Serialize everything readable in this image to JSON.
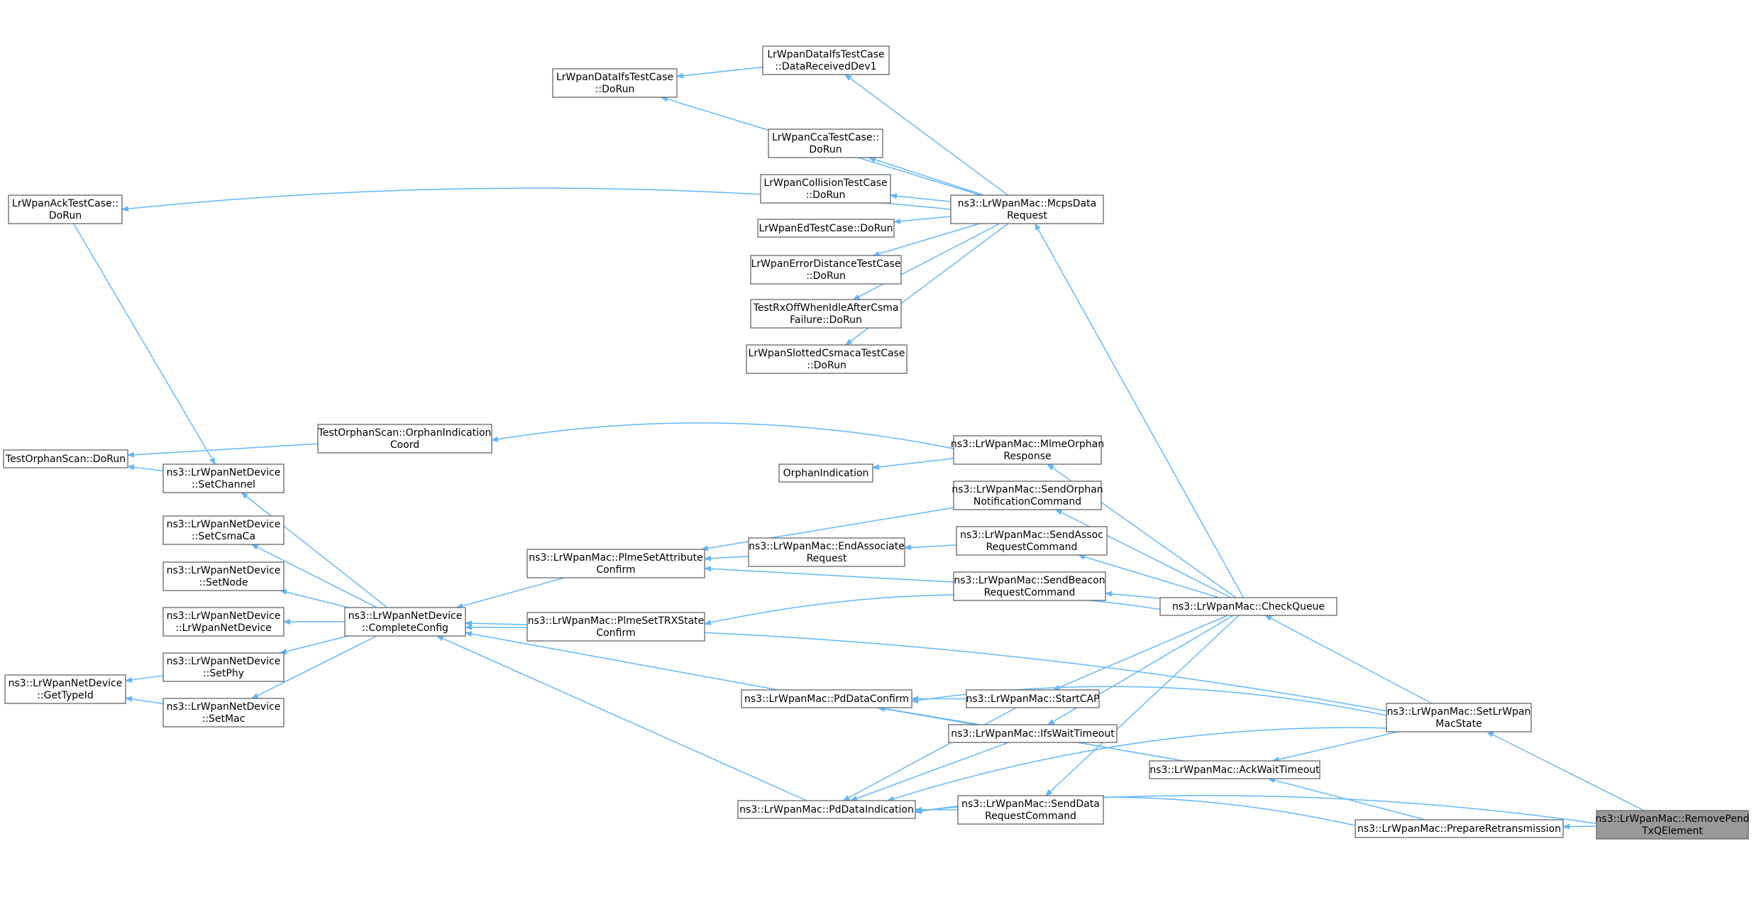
{
  "diagram": {
    "root": "RemovePendTxQElement",
    "nodes": [
      {
        "id": "AckTestDoRun",
        "lines": [
          "LrWpanAckTestCase::",
          "DoRun"
        ]
      },
      {
        "id": "DataIfsDoRun",
        "lines": [
          "LrWpanDataIfsTestCase",
          "::DoRun"
        ]
      },
      {
        "id": "DataIfsRecv",
        "lines": [
          "LrWpanDataIfsTestCase",
          "::DataReceivedDev1"
        ]
      },
      {
        "id": "CcaDoRun",
        "lines": [
          "LrWpanCcaTestCase::",
          "DoRun"
        ]
      },
      {
        "id": "CollisionDoRun",
        "lines": [
          "LrWpanCollisionTestCase",
          "::DoRun"
        ]
      },
      {
        "id": "EdDoRun",
        "lines": [
          "LrWpanEdTestCase::DoRun"
        ]
      },
      {
        "id": "ErrDistDoRun",
        "lines": [
          "LrWpanErrorDistanceTestCase",
          "::DoRun"
        ]
      },
      {
        "id": "RxOffDoRun",
        "lines": [
          "TestRxOffWhenIdleAfterCsma",
          "Failure::DoRun"
        ]
      },
      {
        "id": "SlottedDoRun",
        "lines": [
          "LrWpanSlottedCsmacaTestCase",
          "::DoRun"
        ]
      },
      {
        "id": "McpsDataRequest",
        "lines": [
          "ns3::LrWpanMac::McpsData",
          "Request"
        ]
      },
      {
        "id": "OrphanScanDoRun",
        "lines": [
          "TestOrphanScan::DoRun"
        ]
      },
      {
        "id": "OrphanIndCoord",
        "lines": [
          "TestOrphanScan::OrphanIndication",
          "Coord"
        ]
      },
      {
        "id": "MlmeOrphanResp",
        "lines": [
          "ns3::LrWpanMac::MlmeOrphan",
          "Response"
        ]
      },
      {
        "id": "OrphanIndication",
        "lines": [
          "OrphanIndication"
        ]
      },
      {
        "id": "SendOrphanNotif",
        "lines": [
          "ns3::LrWpanMac::SendOrphan",
          "NotificationCommand"
        ]
      },
      {
        "id": "SetChannel",
        "lines": [
          "ns3::LrWpanNetDevice",
          "::SetChannel"
        ]
      },
      {
        "id": "SetCsmaCa",
        "lines": [
          "ns3::LrWpanNetDevice",
          "::SetCsmaCa"
        ]
      },
      {
        "id": "SetNode",
        "lines": [
          "ns3::LrWpanNetDevice",
          "::SetNode"
        ]
      },
      {
        "id": "NetDeviceCtor",
        "lines": [
          "ns3::LrWpanNetDevice",
          "::LrWpanNetDevice"
        ]
      },
      {
        "id": "SetPhy",
        "lines": [
          "ns3::LrWpanNetDevice",
          "::SetPhy"
        ]
      },
      {
        "id": "SetMac",
        "lines": [
          "ns3::LrWpanNetDevice",
          "::SetMac"
        ]
      },
      {
        "id": "GetTypeId",
        "lines": [
          "ns3::LrWpanNetDevice",
          "::GetTypeId"
        ]
      },
      {
        "id": "CompleteConfig",
        "lines": [
          "ns3::LrWpanNetDevice",
          "::CompleteConfig"
        ]
      },
      {
        "id": "PlmeSetAttrConfirm",
        "lines": [
          "ns3::LrWpanMac::PlmeSetAttribute",
          "Confirm"
        ]
      },
      {
        "id": "EndAssocReq",
        "lines": [
          "ns3::LrWpanMac::EndAssociate",
          "Request"
        ]
      },
      {
        "id": "SendAssocReq",
        "lines": [
          "ns3::LrWpanMac::SendAssoc",
          "RequestCommand"
        ]
      },
      {
        "id": "SendBeaconReq",
        "lines": [
          "ns3::LrWpanMac::SendBeacon",
          "RequestCommand"
        ]
      },
      {
        "id": "PlmeSetTrxConfirm",
        "lines": [
          "ns3::LrWpanMac::PlmeSetTRXState",
          "Confirm"
        ]
      },
      {
        "id": "CheckQueue",
        "lines": [
          "ns3::LrWpanMac::CheckQueue"
        ]
      },
      {
        "id": "PdDataConfirm",
        "lines": [
          "ns3::LrWpanMac::PdDataConfirm"
        ]
      },
      {
        "id": "StartCAP",
        "lines": [
          "ns3::LrWpanMac::StartCAP"
        ]
      },
      {
        "id": "IfsWaitTimeout",
        "lines": [
          "ns3::LrWpanMac::IfsWaitTimeout"
        ]
      },
      {
        "id": "AckWaitTimeout",
        "lines": [
          "ns3::LrWpanMac::AckWaitTimeout"
        ]
      },
      {
        "id": "PdDataIndication",
        "lines": [
          "ns3::LrWpanMac::PdDataIndication"
        ]
      },
      {
        "id": "SendDataReq",
        "lines": [
          "ns3::LrWpanMac::SendData",
          "RequestCommand"
        ]
      },
      {
        "id": "SetLrWpanMacState",
        "lines": [
          "ns3::LrWpanMac::SetLrWpan",
          "MacState"
        ]
      },
      {
        "id": "PrepareRetrans",
        "lines": [
          "ns3::LrWpanMac::PrepareRetransmission"
        ]
      },
      {
        "id": "RemovePendTxQElement",
        "lines": [
          "ns3::LrWpanMac::RemovePend",
          "TxQElement"
        ]
      }
    ],
    "edges": [
      [
        "DataIfsDoRun",
        "DataIfsRecv"
      ],
      [
        "DataIfsRecv",
        "McpsDataRequest"
      ],
      [
        "DataIfsDoRun",
        "McpsDataRequest"
      ],
      [
        "AckTestDoRun",
        "McpsDataRequest"
      ],
      [
        "CcaDoRun",
        "McpsDataRequest"
      ],
      [
        "CollisionDoRun",
        "McpsDataRequest"
      ],
      [
        "EdDoRun",
        "McpsDataRequest"
      ],
      [
        "ErrDistDoRun",
        "McpsDataRequest"
      ],
      [
        "RxOffDoRun",
        "McpsDataRequest"
      ],
      [
        "SlottedDoRun",
        "McpsDataRequest"
      ],
      [
        "McpsDataRequest",
        "CheckQueue"
      ],
      [
        "OrphanScanDoRun",
        "SetChannel"
      ],
      [
        "OrphanScanDoRun",
        "OrphanIndCoord"
      ],
      [
        "OrphanIndCoord",
        "MlmeOrphanResp"
      ],
      [
        "OrphanIndication",
        "MlmeOrphanResp"
      ],
      [
        "MlmeOrphanResp",
        "CheckQueue"
      ],
      [
        "SetChannel",
        "AckTestDoRun"
      ],
      [
        "SetChannel",
        "CompleteConfig"
      ],
      [
        "SetCsmaCa",
        "CompleteConfig"
      ],
      [
        "SetNode",
        "CompleteConfig"
      ],
      [
        "NetDeviceCtor",
        "CompleteConfig"
      ],
      [
        "SetPhy",
        "CompleteConfig"
      ],
      [
        "SetMac",
        "CompleteConfig"
      ],
      [
        "GetTypeId",
        "SetPhy"
      ],
      [
        "GetTypeId",
        "SetMac"
      ],
      [
        "CompleteConfig",
        "PlmeSetAttrConfirm"
      ],
      [
        "CompleteConfig",
        "PlmeSetTrxConfirm"
      ],
      [
        "CompleteConfig",
        "SetLrWpanMacState"
      ],
      [
        "CompleteConfig",
        "PdDataConfirm"
      ],
      [
        "CompleteConfig",
        "PdDataIndication"
      ],
      [
        "PlmeSetAttrConfirm",
        "EndAssocReq"
      ],
      [
        "PlmeSetAttrConfirm",
        "SendOrphanNotif"
      ],
      [
        "PlmeSetAttrConfirm",
        "SendBeaconReq"
      ],
      [
        "EndAssocReq",
        "SendAssocReq"
      ],
      [
        "SendOrphanNotif",
        "CheckQueue"
      ],
      [
        "SendAssocReq",
        "CheckQueue"
      ],
      [
        "SendBeaconReq",
        "CheckQueue"
      ],
      [
        "PlmeSetTrxConfirm",
        "CheckQueue"
      ],
      [
        "PdDataConfirm",
        "StartCAP"
      ],
      [
        "PdDataConfirm",
        "IfsWaitTimeout"
      ],
      [
        "PdDataConfirm",
        "SetLrWpanMacState"
      ],
      [
        "PdDataConfirm",
        "AckWaitTimeout"
      ],
      [
        "PdDataIndication",
        "StartCAP"
      ],
      [
        "PdDataIndication",
        "IfsWaitTimeout"
      ],
      [
        "PdDataIndication",
        "SendDataReq"
      ],
      [
        "PdDataIndication",
        "SetLrWpanMacState"
      ],
      [
        "PdDataIndication",
        "PrepareRetrans"
      ],
      [
        "PdDataIndication",
        "RemovePendTxQElement"
      ],
      [
        "StartCAP",
        "CheckQueue"
      ],
      [
        "IfsWaitTimeout",
        "CheckQueue"
      ],
      [
        "SendDataReq",
        "CheckQueue"
      ],
      [
        "AckWaitTimeout",
        "SetLrWpanMacState"
      ],
      [
        "AckWaitTimeout",
        "PrepareRetrans"
      ],
      [
        "CheckQueue",
        "SetLrWpanMacState"
      ],
      [
        "SetLrWpanMacState",
        "RemovePendTxQElement"
      ],
      [
        "PrepareRetrans",
        "RemovePendTxQElement"
      ]
    ]
  }
}
